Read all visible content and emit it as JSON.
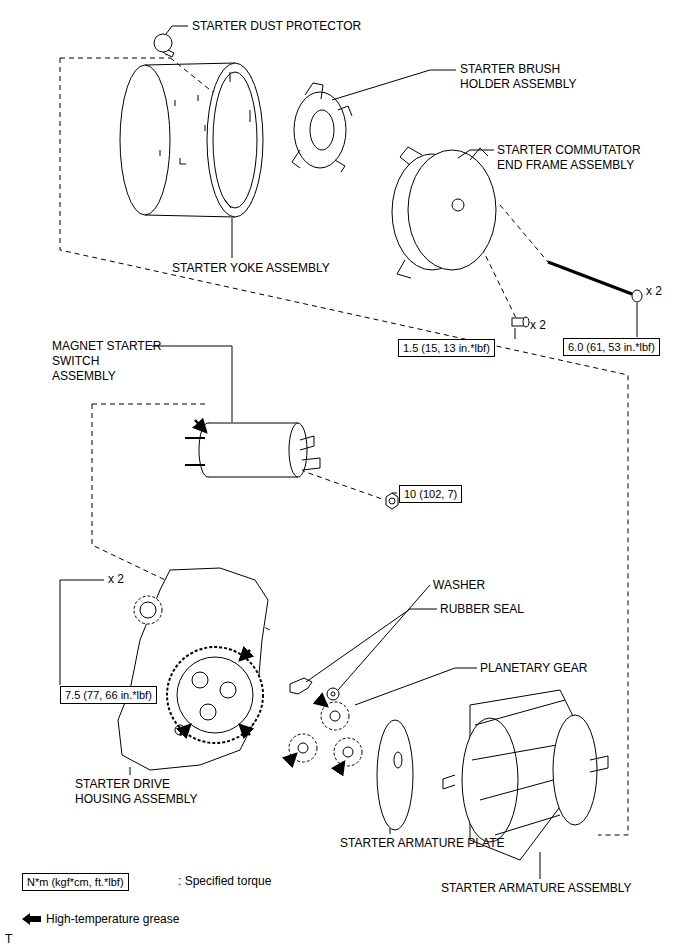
{
  "diagram": {
    "nodes": [
      {
        "text": [
          "1.5 (15, 13 in.*lbf)"
        ]
      },
      {
        "text": [
          "6.0 (61, 53 in.*lbf)"
        ]
      },
      {
        "text": [
          "10 (102, 7)"
        ]
      },
      {
        "text": [
          "7.5 (77, 66 in.*lbf)"
        ]
      },
      {
        "text": [
          "N*m (kgf*cm, ft.*lbf)"
        ]
      }
    ],
    "labels": [
      "STARTER DUST PROTECTOR",
      "STARTER BRUSH HOLDER ASSEMBLY",
      "STARTER COMMUTATOR END FRAME ASSEMBLY",
      "STARTER YOKE ASSEMBLY",
      "x 2",
      "x 2",
      "MAGNET STARTER SWITCH ASSEMBLY",
      "x 2",
      "WASHER",
      "RUBBER SEAL",
      "PLANETARY GEAR",
      "STARTER DRIVE HOUSING ASSEMBLY",
      "STARTER ARMATURE PLATE",
      "STARTER ARMATURE ASSEMBLY",
      ": Specified torque",
      "T"
    ],
    "legend": [
      {
        "text": "High-temperature grease"
      }
    ]
  }
}
